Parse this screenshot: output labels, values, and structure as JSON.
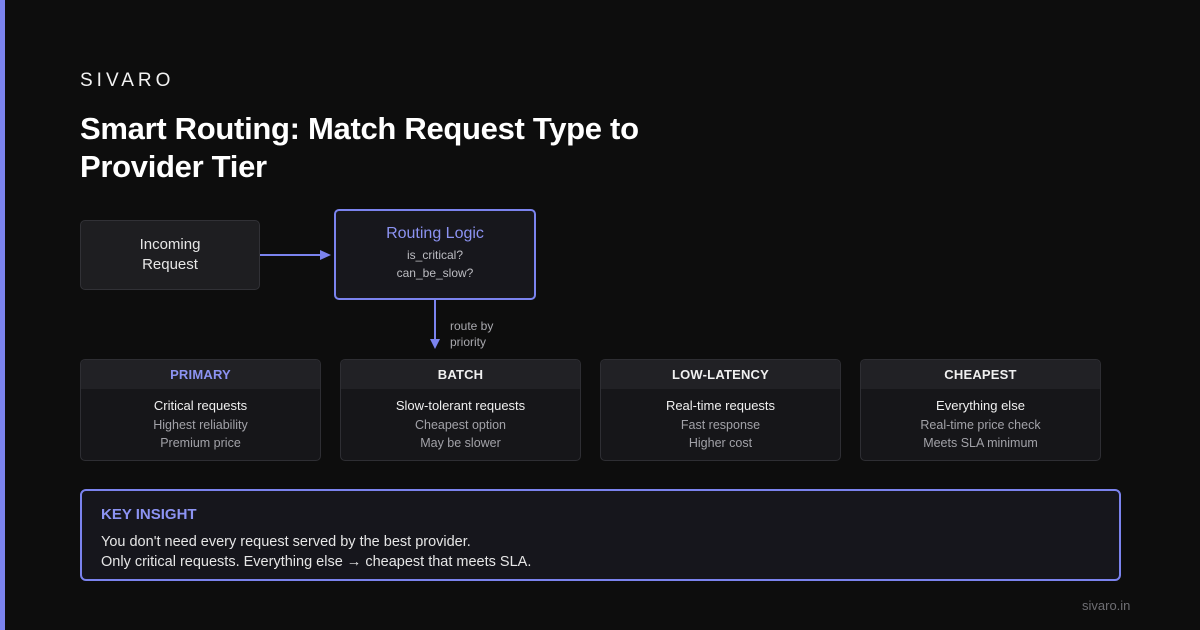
{
  "brand": "SIVARO",
  "title": "Smart Routing: Match Request Type to Provider Tier",
  "colors": {
    "background": "#0d0d0d",
    "accent": "#7b83ee",
    "card": "#161619"
  },
  "diagram": {
    "incoming": {
      "label": "Incoming Request"
    },
    "routing": {
      "title": "Routing Logic",
      "lines": [
        "is_critical?",
        "can_be_slow?"
      ]
    },
    "route_label": "route by priority",
    "tiers": [
      {
        "name": "PRIMARY",
        "highlight": true,
        "main": "Critical requests",
        "subs": [
          "Highest reliability",
          "Premium price"
        ]
      },
      {
        "name": "BATCH",
        "highlight": false,
        "main": "Slow-tolerant requests",
        "subs": [
          "Cheapest option",
          "May be slower"
        ]
      },
      {
        "name": "LOW-LATENCY",
        "highlight": false,
        "main": "Real-time requests",
        "subs": [
          "Fast response",
          "Higher cost"
        ]
      },
      {
        "name": "CHEAPEST",
        "highlight": false,
        "main": "Everything else",
        "subs": [
          "Real-time price check",
          "Meets SLA minimum"
        ]
      }
    ]
  },
  "insight": {
    "title": "KEY INSIGHT",
    "lines": [
      "You don't need every request served by the best provider.",
      "Only critical requests. Everything else → cheapest that meets SLA."
    ]
  },
  "footer": "sivaro.in"
}
